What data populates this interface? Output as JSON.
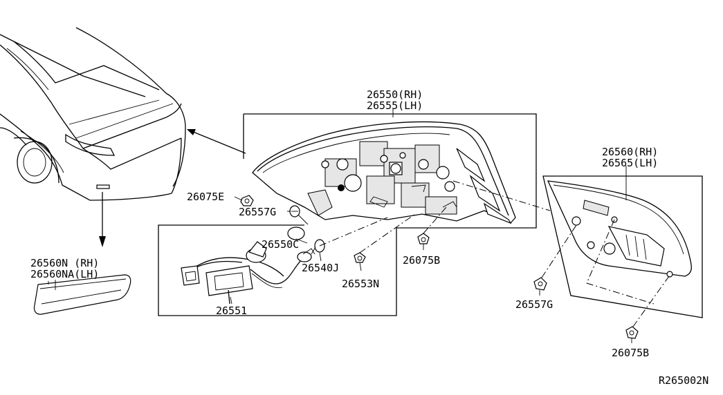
{
  "labels": {
    "p26550": "26550(RH)",
    "p26555": "26555(LH)",
    "p26560": "26560(RH)",
    "p26565": "26565(LH)",
    "p26560N": "26560N (RH)",
    "p26560NA": "26560NA(LH)",
    "p26075E": "26075E",
    "p26557G_a": "26557G",
    "p26550C": "26550C",
    "p26540J": "26540J",
    "p26553N": "26553N",
    "p26075B_a": "26075B",
    "p26551": "26551",
    "p26557G_b": "26557G",
    "p26075B_b": "26075B"
  },
  "reference": "R265002N"
}
